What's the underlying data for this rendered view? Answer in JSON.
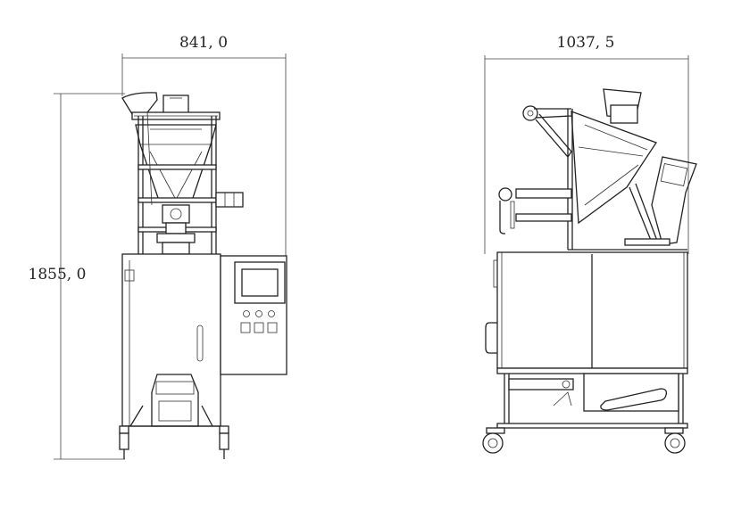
{
  "drawing": {
    "front_width_label": "841, 0",
    "height_label": "1855, 0",
    "side_width_label": "1037, 5"
  },
  "colors": {
    "line": "#222222",
    "background": "#ffffff"
  }
}
